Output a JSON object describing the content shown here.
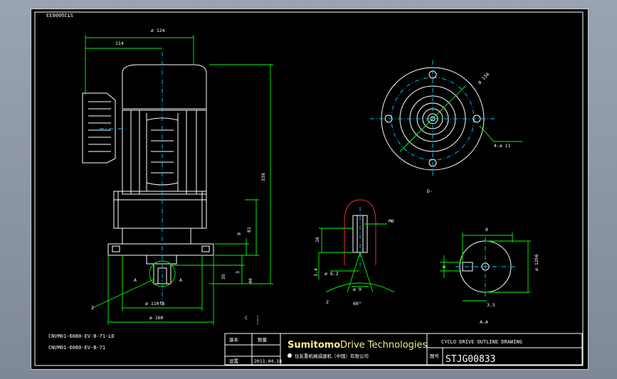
{
  "drawing": {
    "corner_stamp": "STJG00833",
    "dims_front": {
      "dia_124": "ø 124",
      "d114": "114",
      "d338": "338",
      "d81": "81",
      "d9": "9",
      "d40": "40",
      "d35": "35",
      "d3": "3",
      "dia_110": "ø 110f8",
      "dia_160": "ø 160",
      "label_a_left": "A",
      "label_a_right": "A",
      "label_z": "Z",
      "label_c": "C"
    },
    "view_d": {
      "dia_134": "ø 134",
      "holes": "4-ø 11",
      "view_label": "D-"
    },
    "view_shaft": {
      "m6": "M6",
      "d16": "16",
      "d3_4": "3.4",
      "dia_6_2": "ø 6.2",
      "dia_9": "ø 9",
      "angle": "60°",
      "label_z": "Z"
    },
    "view_aa": {
      "d8": "8",
      "d6": "6",
      "dia_12": "ø 12h6",
      "d3_5": "3.5",
      "view_label": "A-A"
    },
    "models": [
      "CNVM01-6080-EV-B-71-LD",
      "CNVM01-6080-EV-B-71"
    ],
    "title_block": {
      "cell_a": "基本",
      "cell_b": "数量",
      "cell_c": "设置",
      "date": "2011.04.18",
      "brand_main": "Sumitomo",
      "brand_sub": "Drive Technologies",
      "company": "住友重机械减速机（中国）有限公司",
      "title": "CYCLO DRIVE OUTLINE DRAWING",
      "no_label": "图号",
      "drawing_no": "STJG00833"
    }
  }
}
